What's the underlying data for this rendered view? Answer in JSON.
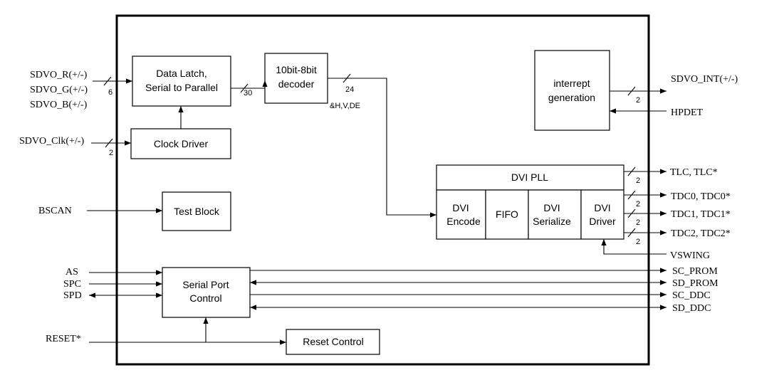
{
  "blocks": {
    "data_latch": [
      "Data Latch,",
      "Serial to Parallel"
    ],
    "decoder": [
      "10bit-8bit",
      "decoder"
    ],
    "clock_driver": "Clock Driver",
    "interrupt": [
      "interrept",
      "generation"
    ],
    "test_block": "Test Block",
    "dvi_pll": "DVI PLL",
    "dvi_encode": [
      "DVI",
      "Encode"
    ],
    "fifo": "FIFO",
    "dvi_serialize": [
      "DVI",
      "Serialize"
    ],
    "dvi_driver": [
      "DVI",
      "Driver"
    ],
    "serial_port": [
      "Serial Port",
      "Control"
    ],
    "reset_control": "Reset Control"
  },
  "signals": {
    "sdvo_r": "SDVO_R(+/-)",
    "sdvo_g": "SDVO_G(+/-)",
    "sdvo_b": "SDVO_B(+/-)",
    "sdvo_clk": "SDVO_Clk(+/-)",
    "bscan": "BSCAN",
    "as": "AS",
    "spc": "SPC",
    "spd": "SPD",
    "reset": "RESET*",
    "sdvo_int": "SDVO_INT(+/-)",
    "hpdet": "HPDET",
    "tlc": "TLC, TLC*",
    "tdc0": "TDC0, TDC0*",
    "tdc1": "TDC1, TDC1*",
    "tdc2": "TDC2, TDC2*",
    "vswing": "VSWING",
    "sc_prom": "SC_PROM",
    "sd_prom": "SD_PROM",
    "sc_ddc": "SC_DDC",
    "sd_ddc": "SD_DDC"
  },
  "bus_widths": {
    "rgb_in": "6",
    "latch_out": "30",
    "decoder_out": "24",
    "decoder_out_note": "&H,V,DE",
    "clk_in": "2",
    "int_out": "2",
    "tlc": "2",
    "tdc0": "2",
    "tdc1": "2",
    "tdc2": "2"
  }
}
